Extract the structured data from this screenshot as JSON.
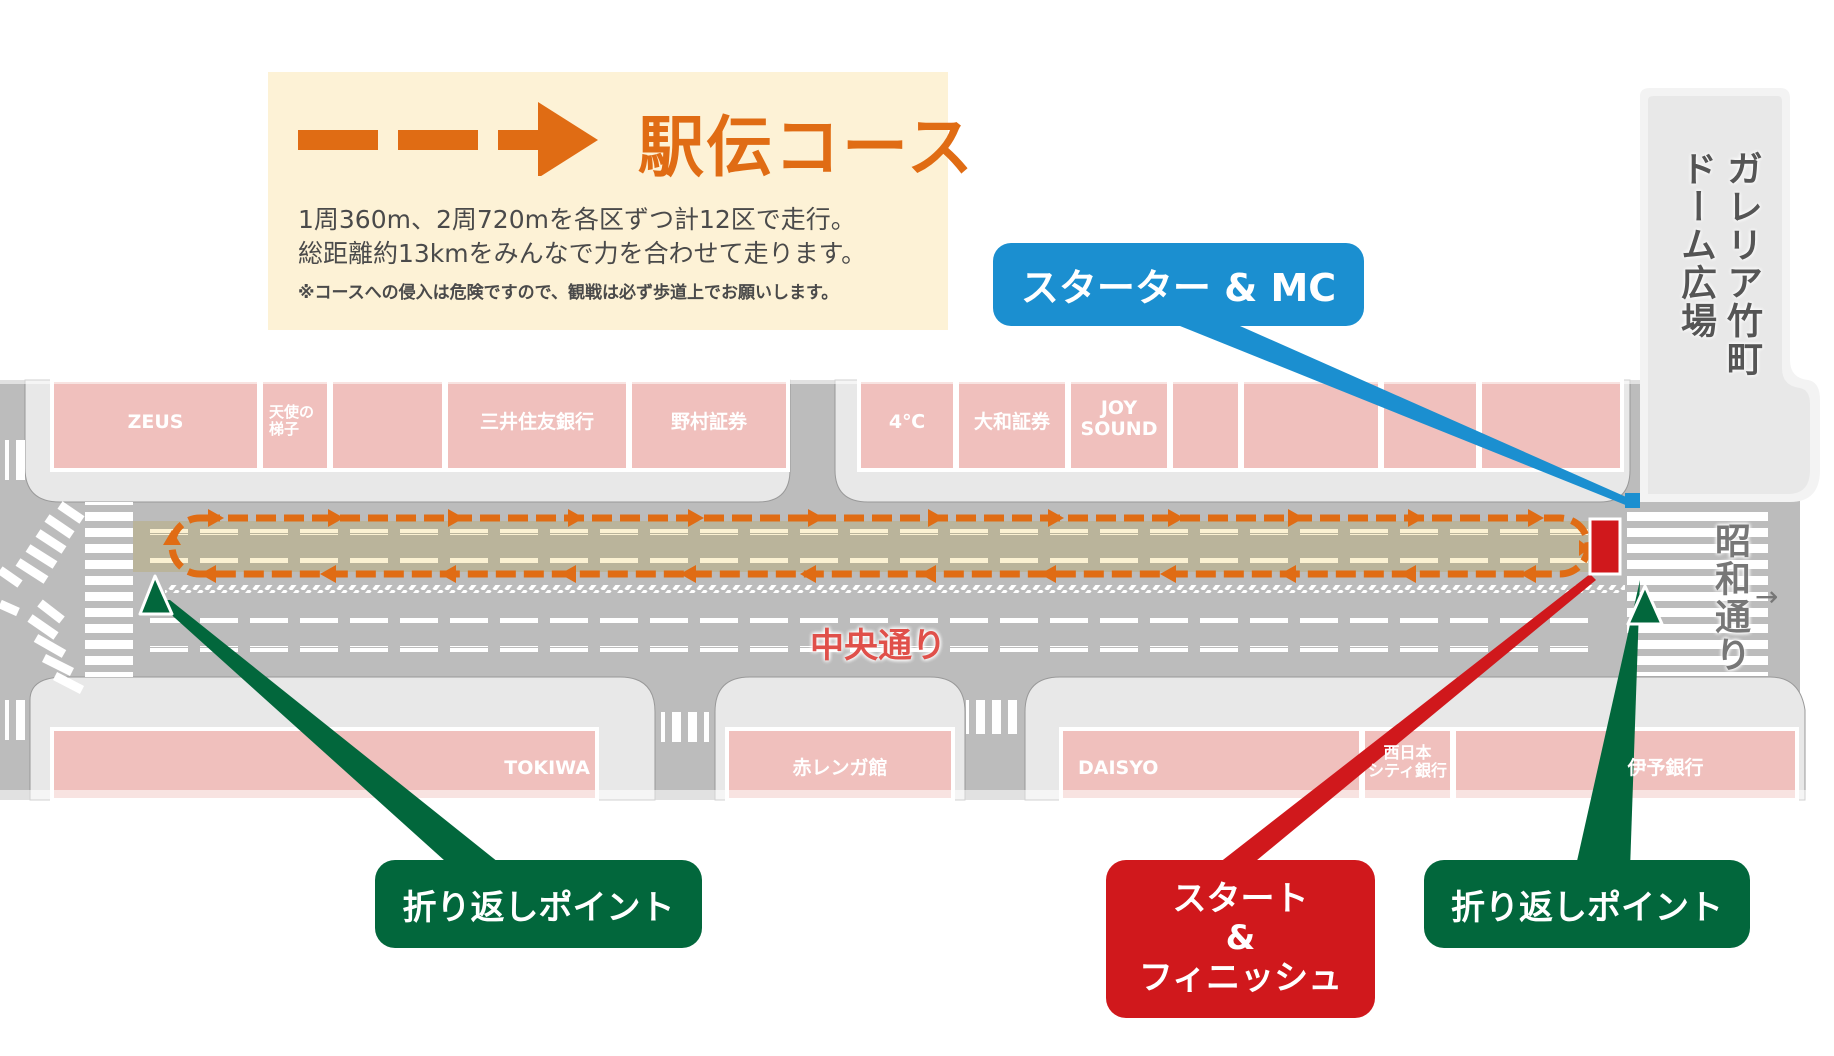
{
  "legend": {
    "title": "駅伝コース",
    "line1": "1周360m、2周720mを各区ずつ計12区で走行。",
    "line2": "総距離約13kmをみんなで力を合わせて走ります。",
    "note": "※コースへの侵入は危険ですので、観戦は必ず歩道上でお願いします。",
    "arrow_icon": "dashed-right-arrow",
    "colors": {
      "course": "#e06c14",
      "background": "#fdf2d6"
    }
  },
  "streets": {
    "main": "中央通り",
    "cross": "昭和通り",
    "cross_arrow": "→",
    "plaza": "ガレリア竹町ドーム広場"
  },
  "buildings_north": [
    {
      "label": "ZEUS"
    },
    {
      "label": "天使の\n梯子"
    },
    {
      "label": ""
    },
    {
      "label": "三井住友銀行"
    },
    {
      "label": "野村証券"
    },
    {
      "label": "4℃"
    },
    {
      "label": "大和証券"
    },
    {
      "label": "JOY\nSOUND"
    },
    {
      "label": ""
    },
    {
      "label": ""
    },
    {
      "label": ""
    },
    {
      "label": ""
    }
  ],
  "buildings_south": [
    {
      "label": "TOKIWA"
    },
    {
      "label": "赤レンガ館"
    },
    {
      "label": "DAISYO"
    },
    {
      "label": "西日本\nシティ銀行"
    },
    {
      "label": "伊予銀行"
    }
  ],
  "callouts": {
    "mc": "スターター & MC",
    "turn_left": "折り返しポイント",
    "start": "スタート\n&\nフィニッシュ",
    "turn_right": "折り返しポイント"
  },
  "colors": {
    "road": "#bcbcbc",
    "sidewalk": "#e8e8e8",
    "building": "#f0c0bd",
    "course_band": "#bab49b",
    "mc_blue": "#1b8fd0",
    "turn_green": "#02673c",
    "start_red": "#d0181c",
    "street_label_red": "#e0504a"
  }
}
